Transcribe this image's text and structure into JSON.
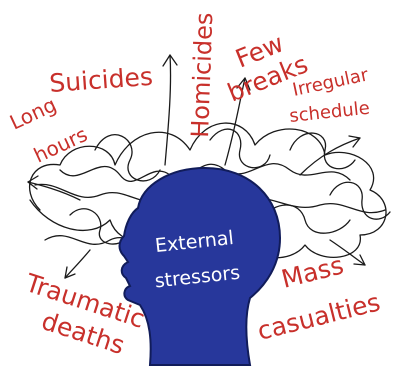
{
  "colors": {
    "label": "#c8302b",
    "head_fill": "#27379b",
    "head_stroke": "#111c5a",
    "head_text": "#ffffff",
    "scribble": "#1a1a1a"
  },
  "head": {
    "line1": "External",
    "line2": "stressors"
  },
  "stressors": {
    "long_hours": {
      "line1": "Long",
      "line2": "hours"
    },
    "suicides": "Suicides",
    "homicides": "Homicides",
    "few_breaks": {
      "line1": "Few",
      "line2": "breaks"
    },
    "irregular_schedule": {
      "line1": "Irregular",
      "line2": "schedule"
    },
    "traumatic_deaths": {
      "line1": "Traumatic",
      "line2": "deaths"
    },
    "mass_casualties": {
      "line1": "Mass",
      "line2": "casualties"
    }
  }
}
